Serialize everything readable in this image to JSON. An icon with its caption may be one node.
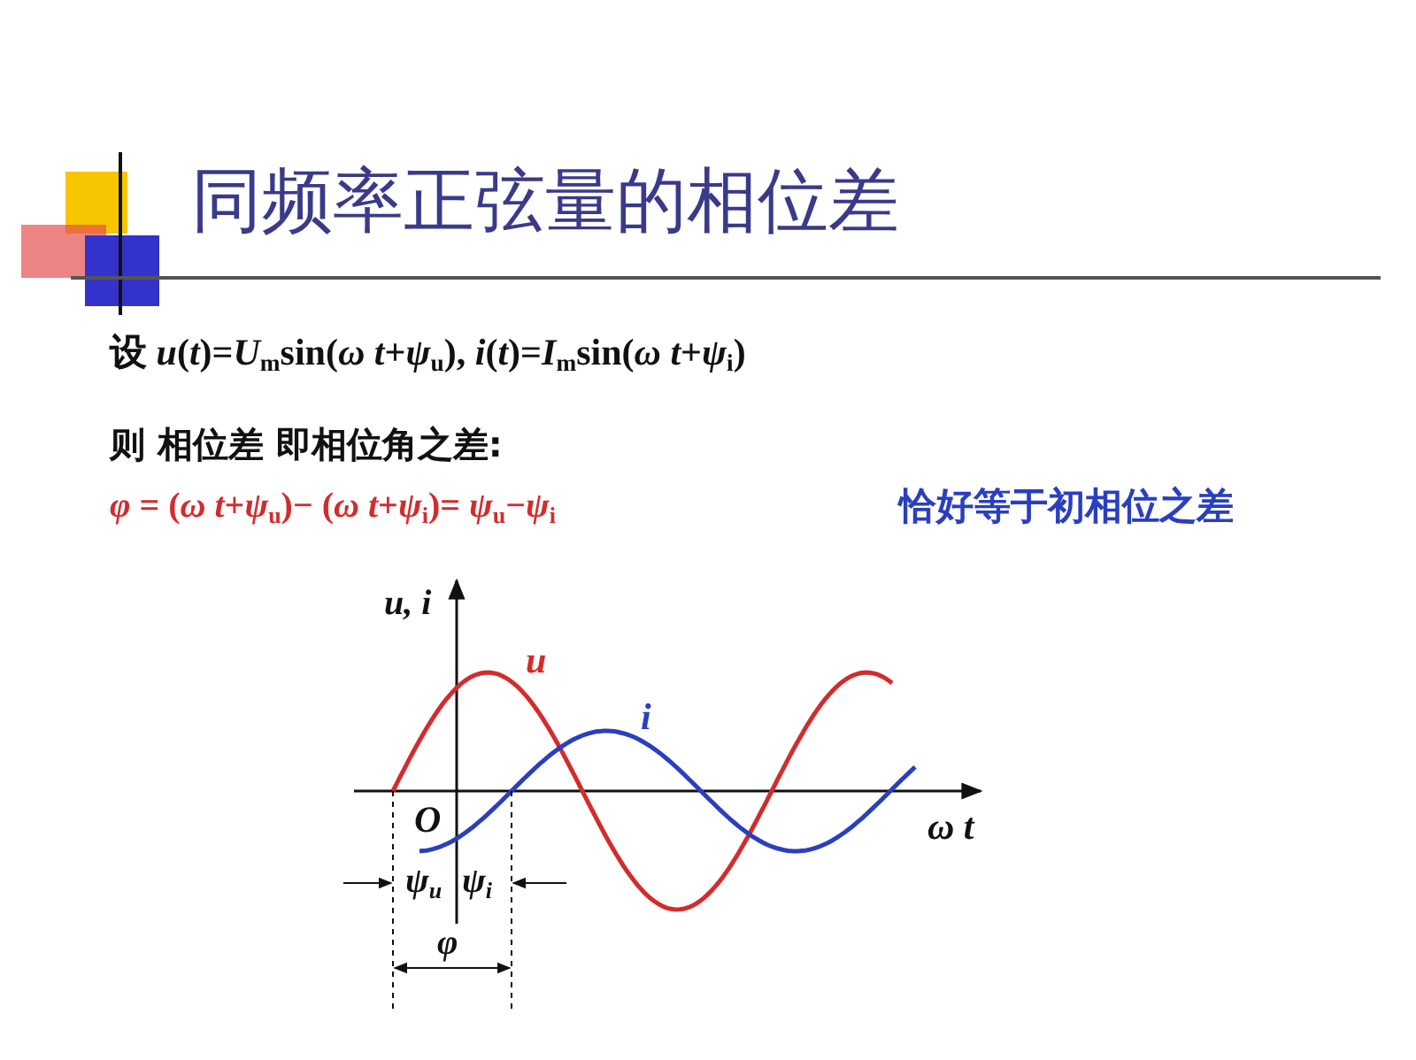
{
  "diagram": {
    "title": "同频率正弦量的相位差",
    "labels": [
      "设 *u*(*t*)=*U*$_{m}$sin(*ω t*+*ψ*$_{u}$), *i*(*t*)=*I*$_{m}$sin(*ω t*+*ψ*$_{i}$)",
      "则 相位差 即相位角之差:",
      "*φ* = (*ω t*+*ψ*$_{u}$)− (*ω t*+*ψ*$_{i}$)= *ψ*$_{u}$−*ψ*$_{i}$",
      "恰好等于初相位之差",
      "u, i",
      "u",
      "i",
      "O",
      "ω t",
      "ψ$_{u}$",
      "ψ$_{i}$",
      "φ"
    ]
  }
}
